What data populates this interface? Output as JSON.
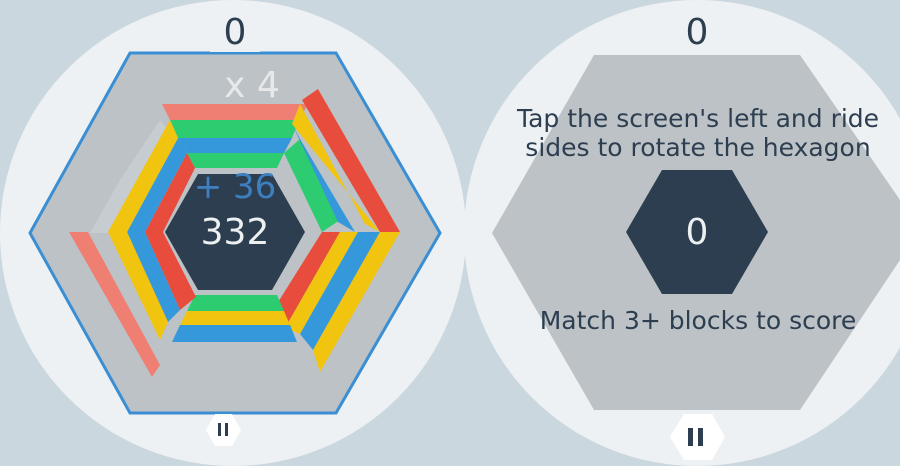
{
  "left_panel": {
    "top_score": "0",
    "multiplier": "x 4",
    "points_gained": "+ 36",
    "center_score": "332",
    "pause_icon": "pause-icon"
  },
  "right_panel": {
    "top_score": "0",
    "instruction_line1": "Tap the screen's left and ride",
    "instruction_line2": "sides to rotate the hexagon",
    "center_score": "0",
    "hint": "Match 3+ blocks to score",
    "pause_icon": "pause-icon"
  },
  "colors": {
    "background": "#cbd7df",
    "circle": "#eef1f3",
    "board": "#bdc2c6",
    "hexagon_dark": "#2c3e50",
    "outline": "#3a8fd4",
    "red": "#e74c3c",
    "yellow": "#f1c40f",
    "blue": "#3498db",
    "green": "#2ecc71",
    "salmon": "#ef7f73",
    "text_dark": "#2c3e50",
    "text_light": "#ecf0f1",
    "text_faded": "#e6e8ea",
    "score_blue": "#3d7fbf"
  }
}
